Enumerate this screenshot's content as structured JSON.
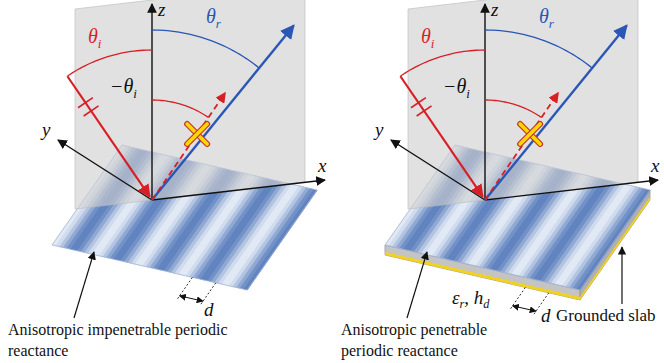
{
  "diagram": {
    "labels": [
      "z",
      "y",
      "x",
      "θi",
      "θr",
      "−θi",
      "d",
      "Anisotropic impenetrable periodic reactance",
      "z",
      "y",
      "x",
      "θi",
      "θr",
      "−θi",
      "d",
      "εr, hd",
      "Anisotropic penetrable periodic reactance",
      "Grounded slab"
    ]
  }
}
